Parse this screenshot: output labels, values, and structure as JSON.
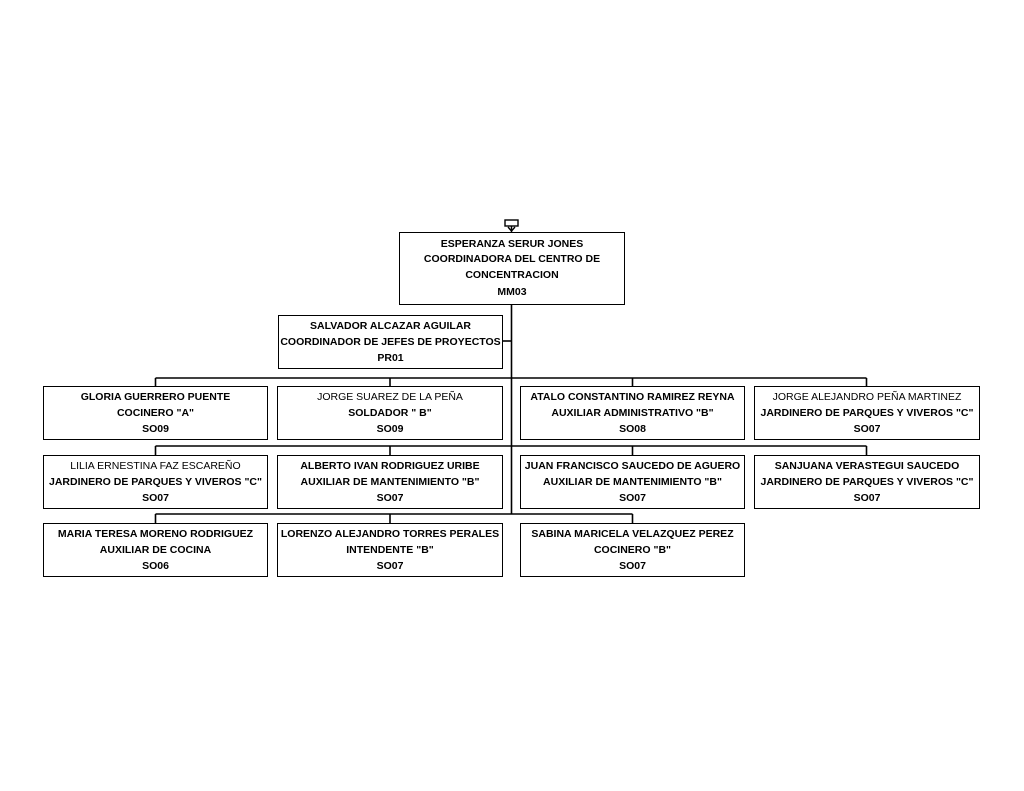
{
  "org_chart": {
    "root": {
      "name": "ESPERANZA SERUR JONES",
      "title": "COORDINADORA DEL CENTRO DE CONCENTRACION",
      "title_line1": "COORDINADORA DEL CENTRO DE",
      "title_line2": "CONCENTRACION",
      "code": "MM03"
    },
    "assistant": {
      "name": "SALVADOR ALCAZAR AGUILAR",
      "title": "COORDINADOR DE JEFES DE PROYECTOS",
      "code": "PR01"
    },
    "staff": [
      {
        "name": "GLORIA GUERRERO PUENTE",
        "title": "COCINERO \"A\"",
        "code": "SO09"
      },
      {
        "name": "JORGE SUAREZ DE LA PEÑA",
        "title": "SOLDADOR \" B\"",
        "code": "SO09"
      },
      {
        "name": "ATALO CONSTANTINO RAMIREZ REYNA",
        "title": "AUXILIAR ADMINISTRATIVO \"B\"",
        "code": "SO08"
      },
      {
        "name": "JORGE ALEJANDRO PEÑA MARTINEZ",
        "title": "JARDINERO DE PARQUES Y VIVEROS \"C\"",
        "code": "SO07"
      },
      {
        "name": "LILIA ERNESTINA FAZ ESCAREÑO",
        "title": "JARDINERO DE PARQUES Y VIVEROS \"C\"",
        "code": "SO07"
      },
      {
        "name": "ALBERTO IVAN RODRIGUEZ URIBE",
        "title": "AUXILIAR DE MANTENIMIENTO \"B\"",
        "code": "SO07"
      },
      {
        "name": "JUAN FRANCISCO SAUCEDO DE AGUERO",
        "title": "AUXILIAR DE MANTENIMIENTO \"B\"",
        "code": "SO07"
      },
      {
        "name": "SANJUANA VERASTEGUI SAUCEDO",
        "title": "JARDINERO DE PARQUES Y VIVEROS \"C\"",
        "code": "SO07"
      },
      {
        "name": "MARIA TERESA MORENO RODRIGUEZ",
        "title": "AUXILIAR DE COCINA",
        "code": "SO06"
      },
      {
        "name": "LORENZO ALEJANDRO TORRES PERALES",
        "title": "INTENDENTE \"B\"",
        "code": "SO07"
      },
      {
        "name": "SABINA MARICELA VELAZQUEZ PEREZ",
        "title": "COCINERO \"B\"",
        "code": "SO07"
      }
    ]
  }
}
